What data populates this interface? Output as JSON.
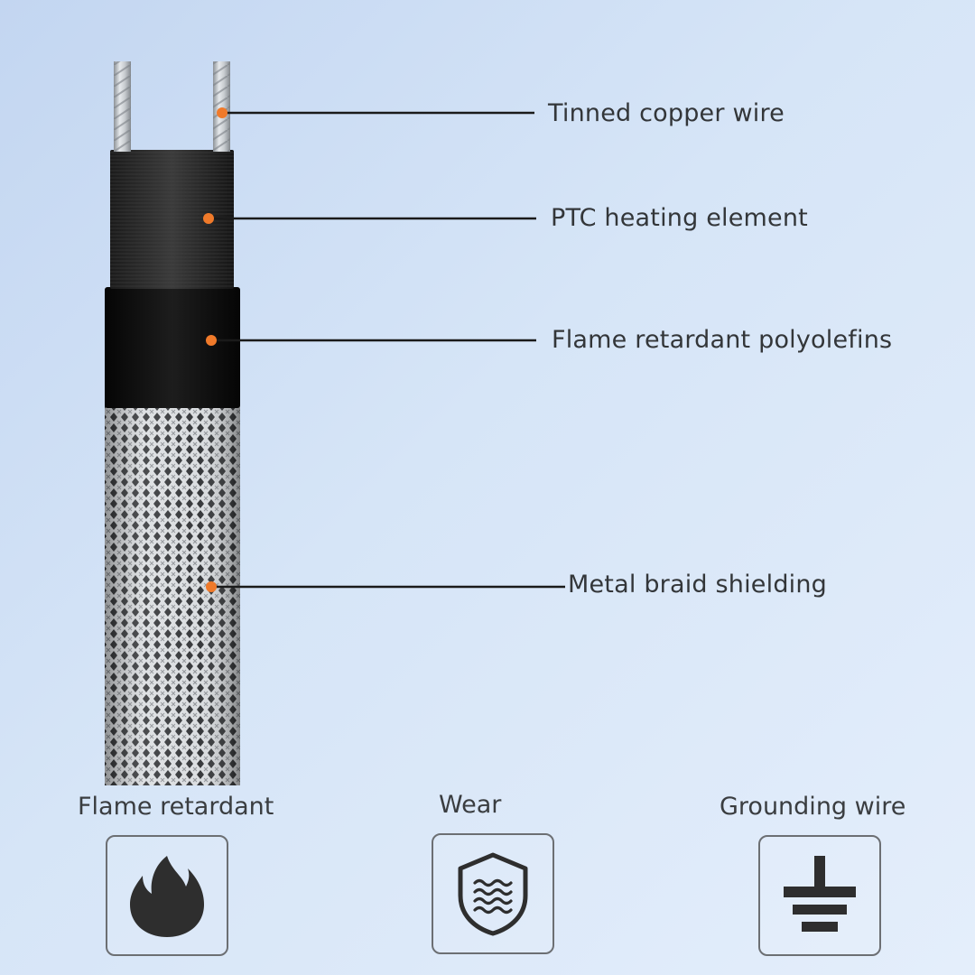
{
  "components": [
    {
      "id": "tinned-copper-wire",
      "label": "Tinned copper wire"
    },
    {
      "id": "ptc-heating-element",
      "label": "PTC heating element"
    },
    {
      "id": "flame-retardant-polyolefins",
      "label": "Flame retardant polyolefins"
    },
    {
      "id": "metal-braid-shielding",
      "label": "Metal braid shielding"
    }
  ],
  "features": [
    {
      "id": "flame-retardant",
      "label": "Flame retardant",
      "icon": "flame-icon"
    },
    {
      "id": "wear",
      "label": "Wear",
      "icon": "shield-waves-icon"
    },
    {
      "id": "grounding-wire",
      "label": "Grounding wire",
      "icon": "ground-icon"
    }
  ],
  "colors": {
    "callout_dot": "#f07a2a",
    "leader_line": "#1a1a1a",
    "jacket": "#0f0f0f",
    "icon": "#2e2e2e"
  }
}
